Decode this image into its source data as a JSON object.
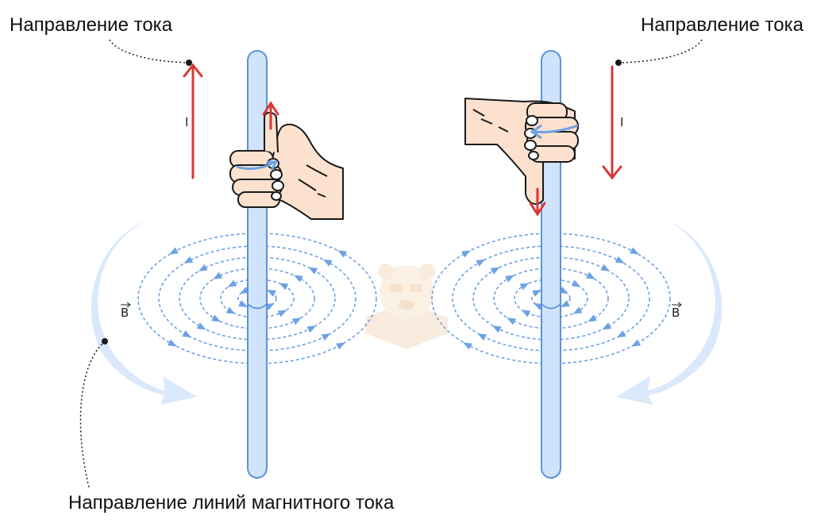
{
  "labels": {
    "current_direction_left": "Направление тока",
    "current_direction_right": "Направление тока",
    "field_lines_direction": "Направление линий магнитного тока",
    "current_symbol_left": "I",
    "current_symbol_right": "I",
    "field_symbol_left": "B",
    "field_symbol_right": "B"
  },
  "colors": {
    "conductor_fill": "#cfe3fb",
    "conductor_stroke": "#5d93d8",
    "current_arrow": "#d93636",
    "field_line": "#6da2e4",
    "big_arrow": "#d9e9fb",
    "skin": "#fde1cf",
    "outline": "#1a1a1a",
    "watermark": "#f5ddc4"
  },
  "icons": {
    "left_hand": "right-hand-thumb-up-icon",
    "right_hand": "right-hand-thumb-down-icon",
    "watermark": "bear-logo-icon"
  }
}
